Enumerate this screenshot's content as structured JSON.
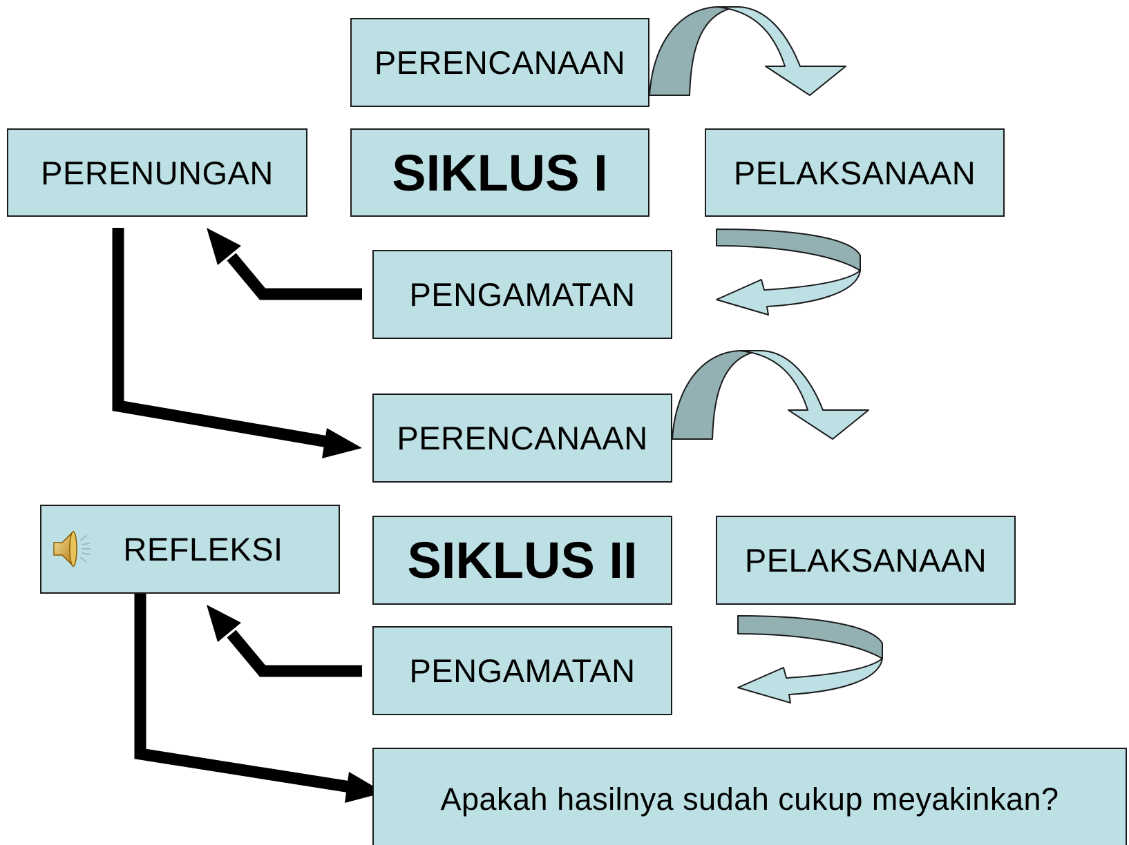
{
  "diagram": {
    "siklus1": {
      "perencanaan": "PERENCANAAN",
      "perenungan": "PERENUNGAN",
      "title": "SIKLUS I",
      "pelaksanaan": "PELAKSANAAN",
      "pengamatan": "PENGAMATAN"
    },
    "siklus2": {
      "perencanaan": "PERENCANAAN",
      "refleksi": "REFLEKSI",
      "title": "SIKLUS II",
      "pelaksanaan": "PELAKSANAAN",
      "pengamatan": "PENGAMATAN"
    },
    "question": "Apakah hasilnya sudah cukup meyakinkan?"
  },
  "icons": {
    "speaker": "speaker-icon"
  },
  "colors": {
    "box_fill": "#bde0e4",
    "curved_arrow_face": "#bde0e4",
    "curved_arrow_side": "#93b1b3",
    "connector": "#000000"
  }
}
